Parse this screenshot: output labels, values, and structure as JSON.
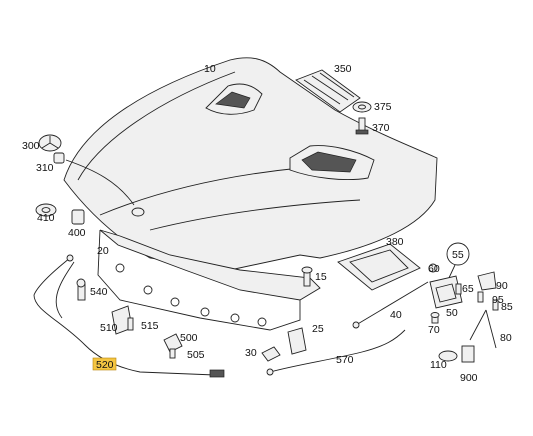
{
  "labels": {
    "p10": "10",
    "p20": "20",
    "p15": "15",
    "p25": "25",
    "p30": "30",
    "p40": "40",
    "p50": "50",
    "p55": "55",
    "p60": "60",
    "p65": "65",
    "p70": "70",
    "p80": "80",
    "p85": "85",
    "p90": "90",
    "p95": "95",
    "p110": "110",
    "p300": "300",
    "p310": "310",
    "p350": "350",
    "p370": "370",
    "p375": "375",
    "p380": "380",
    "p400": "400",
    "p410": "410",
    "p500": "500",
    "p505": "505",
    "p510": "510",
    "p515": "515",
    "p520": "520",
    "p540": "540",
    "p570": "570",
    "p900": "900"
  },
  "highlight": {
    "part": "520",
    "color": "#f4c542"
  }
}
